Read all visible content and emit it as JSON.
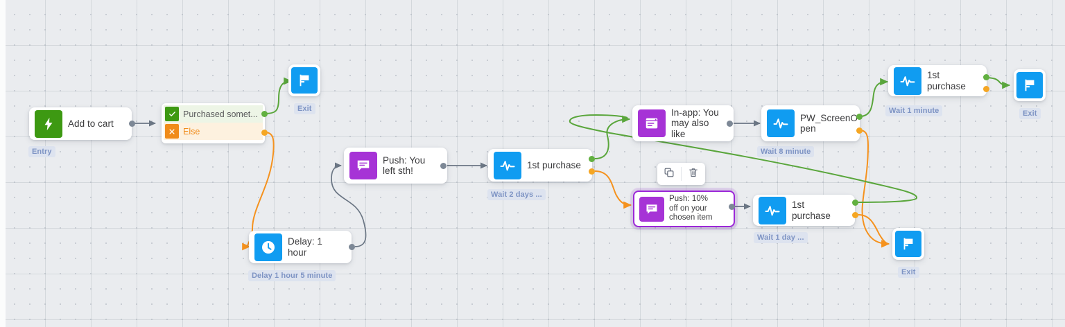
{
  "canvas": {
    "grid": true,
    "background_color": "#eaecef",
    "grid_color": "#b9bec6"
  },
  "colors": {
    "trigger_green": "#3d9912",
    "node_blue": "#109cf1",
    "node_purple": "#a633d6",
    "edge_grey": "#6b7684",
    "edge_green": "#62b040",
    "edge_orange": "#f5a623",
    "selection_purple": "#9c27d8",
    "chip_text": "#7e94c4",
    "chip_bg": "#dde3ef"
  },
  "nodes": [
    {
      "id": "add-to-cart",
      "label": "Add to cart",
      "icon": "bolt-icon",
      "icon_color": "green",
      "chip": "Entry"
    },
    {
      "id": "condition",
      "rows": [
        {
          "badge": "check-icon",
          "label": "Purchased somet...",
          "state": "yes"
        },
        {
          "badge": "cross-icon",
          "label": "Else",
          "state": "no"
        }
      ]
    },
    {
      "id": "exit-top",
      "label": "",
      "icon": "flag-icon",
      "icon_color": "blue",
      "chip": "Exit"
    },
    {
      "id": "push-left-sth",
      "label": "Push: You\nleft sth!",
      "icon": "push-icon",
      "icon_color": "purple",
      "chip": ""
    },
    {
      "id": "delay-1-hour",
      "label": "Delay: 1 hour",
      "icon": "clock-icon",
      "icon_color": "blue",
      "chip": "Delay 1 hour 5 minute"
    },
    {
      "id": "purchase-wait-2-days",
      "label": "1st purchase",
      "icon": "pulse-icon",
      "icon_color": "blue",
      "chip": "Wait 2 days ..."
    },
    {
      "id": "inapp-may-also-like",
      "label": "In-app: You\nmay also like",
      "icon": "inapp-icon",
      "icon_color": "purple",
      "chip": ""
    },
    {
      "id": "pw-screenopen",
      "label": "PW_ScreenO\npen",
      "icon": "pulse-icon",
      "icon_color": "blue",
      "chip": "Wait 8 minute"
    },
    {
      "id": "purchase-wait-1-minute",
      "label": "1st purchase",
      "icon": "pulse-icon",
      "icon_color": "blue",
      "chip": "Wait 1 minute"
    },
    {
      "id": "exit-right",
      "label": "",
      "icon": "flag-icon",
      "icon_color": "blue",
      "chip": "Exit"
    },
    {
      "id": "push-10-off",
      "label": "Push: 10%\noff on your\nchosen item",
      "icon": "push-icon",
      "icon_color": "purple",
      "chip": "",
      "selected": true
    },
    {
      "id": "purchase-wait-1-day",
      "label": "1st purchase",
      "icon": "pulse-icon",
      "icon_color": "blue",
      "chip": "Wait 1 day ..."
    },
    {
      "id": "exit-bottom",
      "label": "",
      "icon": "flag-icon",
      "icon_color": "blue",
      "chip": "Exit"
    }
  ],
  "toolbar": {
    "duplicate_icon": "copy-icon",
    "delete_icon": "trash-icon"
  }
}
